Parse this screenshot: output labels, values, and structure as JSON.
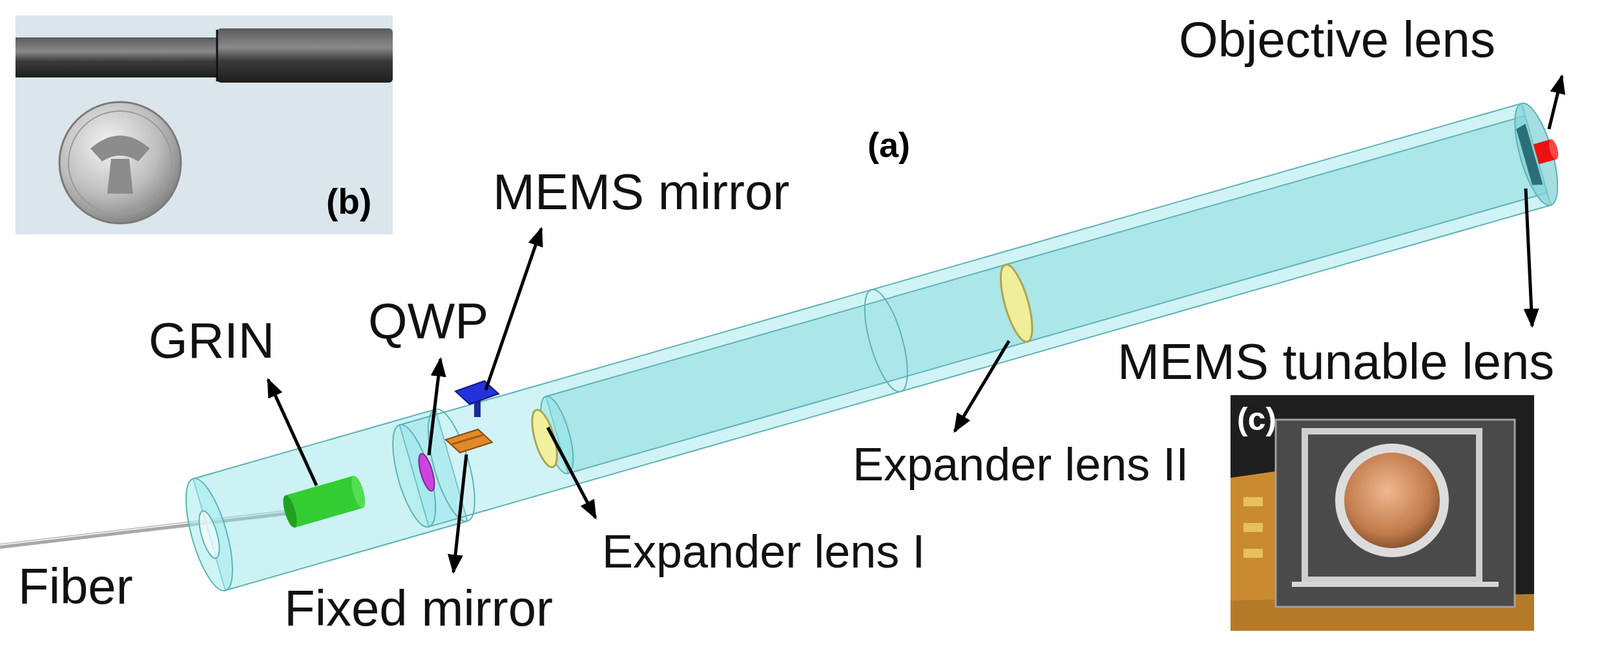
{
  "diagram": {
    "labels": [
      "Objective lens",
      "(b)",
      "(a)",
      "MEMS mirror",
      "QWP",
      "GRIN",
      "MEMS tunable lens",
      "Expander lens II",
      "Expander lens I",
      "(c)",
      "Fiber",
      "Fixed mirror"
    ]
  }
}
